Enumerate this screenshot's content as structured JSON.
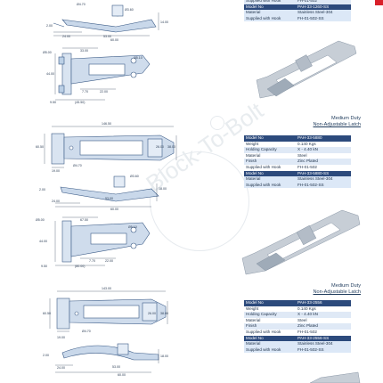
{
  "watermark": {
    "text": "Block-To-Bolt"
  },
  "top_table": {
    "rows": [
      {
        "k": "Supplied with Hook",
        "v": "FH-01-502",
        "style": "odd"
      },
      {
        "k": "Model No",
        "v": "PAH-33-1260-SS",
        "style": "hd"
      },
      {
        "k": "Material",
        "v": "Stainless Steel-304",
        "style": "ss"
      },
      {
        "k": "Supplied with Hook",
        "v": "FH-01-502-SS",
        "style": "ss"
      }
    ]
  },
  "sections": [
    {
      "title": "Medium Duty",
      "subtitle": "Non-Adjustable Latch",
      "rows": [
        {
          "k": "Model No",
          "v": "PAH-33-5880",
          "style": "hd"
        },
        {
          "k": "Weight",
          "v": "0.140 Kgs",
          "style": "even"
        },
        {
          "k": "Holding Capacity",
          "v": "X - 4.40 kN",
          "style": "odd"
        },
        {
          "k": "Material",
          "v": "Steel",
          "style": "even"
        },
        {
          "k": "Finish",
          "v": "Zinc Plated",
          "style": "odd"
        },
        {
          "k": "Supplied with Hook",
          "v": "FH-01-502",
          "style": "even"
        },
        {
          "k": "Model No",
          "v": "PAH-33-5880-SS",
          "style": "hd"
        },
        {
          "k": "Material",
          "v": "Stainless Steel-304",
          "style": "ss"
        },
        {
          "k": "Supplied with Hook",
          "v": "FH-01-502-SS",
          "style": "ss"
        }
      ]
    },
    {
      "title": "Medium Duty",
      "subtitle": "Non-Adjustable Latch",
      "rows": [
        {
          "k": "Model No",
          "v": "PAH-33-2556",
          "style": "hd"
        },
        {
          "k": "Weight",
          "v": "0.140 Kgs",
          "style": "even"
        },
        {
          "k": "Holding Capacity",
          "v": "X - 4.40 kN",
          "style": "odd"
        },
        {
          "k": "Material",
          "v": "Steel",
          "style": "even"
        },
        {
          "k": "Finish",
          "v": "Zinc Plated",
          "style": "odd"
        },
        {
          "k": "Supplied with Hook",
          "v": "FH-01-502",
          "style": "even"
        },
        {
          "k": "Model No",
          "v": "PAH-33-2556-SS",
          "style": "hd"
        },
        {
          "k": "Material",
          "v": "Stainless Steel-304",
          "style": "ss"
        },
        {
          "k": "Supplied with Hook",
          "v": "FH-01-502-SS",
          "style": "ss"
        }
      ]
    }
  ],
  "drawings": {
    "d1_side": {
      "dims": [
        "Ø4.70",
        "Ø3.60",
        "2.00",
        "24.00",
        "53.00",
        "60.00",
        "14.00"
      ]
    },
    "d1_top": {
      "dims": [
        "Ø5.00",
        "33.00",
        "Ø5.10",
        "44.00",
        "7.70",
        "22.00",
        "9.50",
        "(45.50)"
      ]
    },
    "d2_front": {
      "dims": [
        "146.50",
        "60.50",
        "26.00",
        "38.00",
        "19.00",
        "Ø4.70"
      ]
    },
    "d2_side": {
      "dims": [
        "Ø3.60",
        "2.00",
        "24.00",
        "53.00",
        "60.00",
        "18.00"
      ]
    },
    "d2_top": {
      "dims": [
        "Ø5.00",
        "67.50",
        "Ø5.10",
        "44.00",
        "7.70",
        "22.00",
        "9.50",
        "(80.00)"
      ]
    },
    "d3_front": {
      "dims": [
        "143.00",
        "60.50",
        "26.00",
        "38.00",
        "19.00",
        "Ø4.70"
      ]
    },
    "d3_side": {
      "dims": [
        "2.00",
        "24.00",
        "53.00",
        "60.00",
        "18.00"
      ]
    }
  }
}
